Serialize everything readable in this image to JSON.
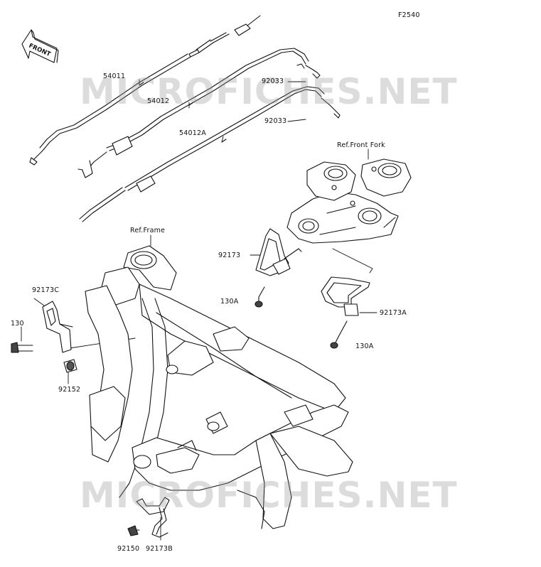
{
  "figure_code": "F2540",
  "direction_label": "FRONT",
  "watermark": "MICROFICHES.NET",
  "refs": {
    "front_fork": "Ref.Front Fork",
    "frame": "Ref.Frame"
  },
  "parts": {
    "p54011": "54011",
    "p54012": "54012",
    "p54012A": "54012A",
    "p92033_upper": "92033",
    "p92033_lower": "92033",
    "p92173": "92173",
    "p130A_left": "130A",
    "p92173A": "92173A",
    "p130A_right": "130A",
    "p92173C": "92173C",
    "p130": "130",
    "p92152": "92152",
    "p92150": "92150",
    "p92173B": "92173B"
  }
}
